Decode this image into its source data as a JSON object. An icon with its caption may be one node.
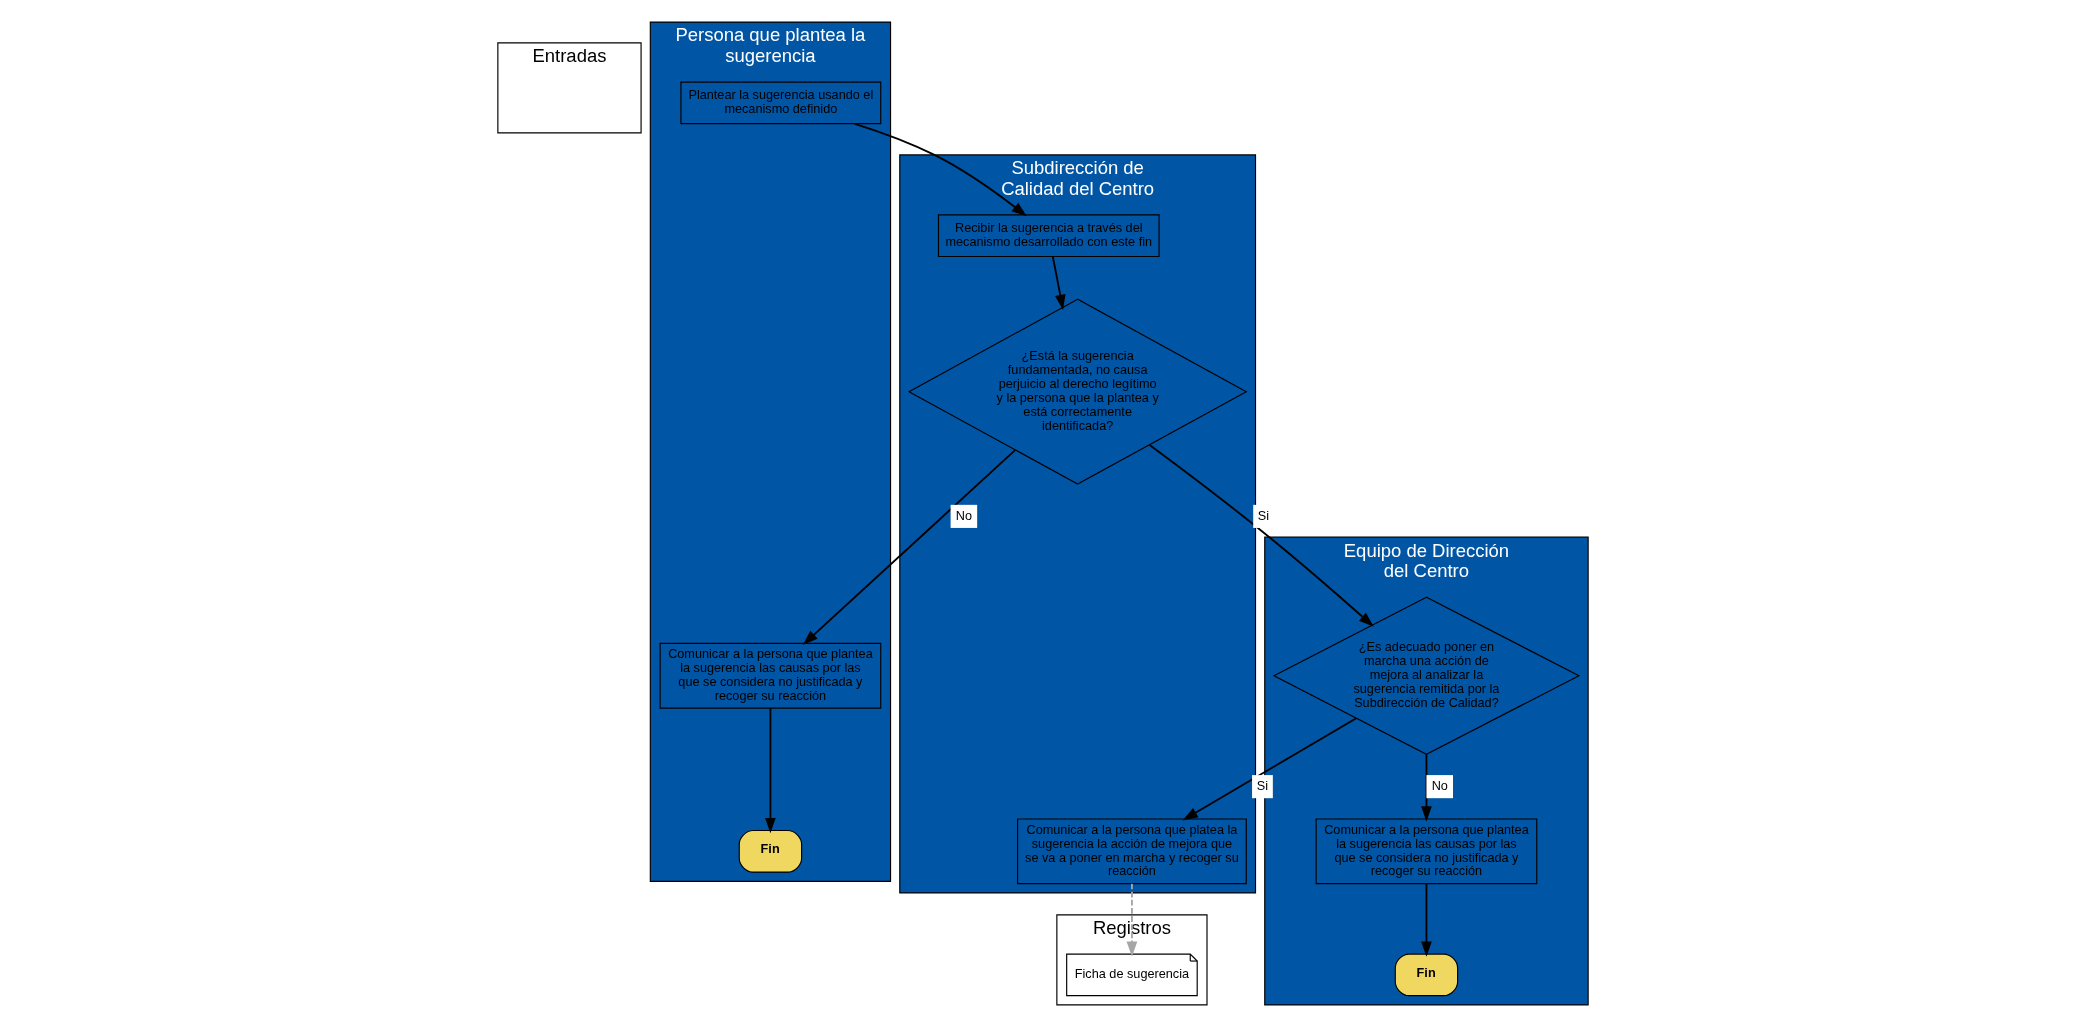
{
  "diagram": {
    "nodes": [
      {
        "text": [
          "Entradas"
        ]
      },
      {
        "text": [
          "Persona que plantea la sugerencia"
        ]
      },
      {
        "text": [
          "Subdirección de Calidad del Centro"
        ]
      },
      {
        "text": [
          "Equipo de Dirección del Centro"
        ]
      },
      {
        "text": [
          "Registros"
        ]
      },
      {
        "text": [
          "Plantear la sugerencia usando el mecanismo definido"
        ],
        "in": 1
      },
      {
        "text": [
          "Fin"
        ],
        "in": 1
      },
      {
        "text": [
          "Comunicar a la persona que plantea la sugerencia las causas por las que se considera no justificada y recoger su reacción"
        ],
        "in": 1
      },
      {
        "text": [
          "Recibir la sugerencia a través del mecanismo desarrollado con este fin"
        ],
        "in": 2
      },
      {
        "text": [
          "¿Está la sugerencia fundamentada, no causa perjuicio al derecho legítimo y la persona que la plantea y está correctamente identificada?"
        ],
        "in": 2
      },
      {
        "text": [
          "Comunicar a la persona que platea la sugerencia la acción de mejora que se va a poner en marcha y recoger su reacción"
        ],
        "in": 2
      },
      {
        "text": [
          "Fin"
        ],
        "in": 3
      },
      {
        "text": [
          "Comunicar a la persona que plantea la sugerencia las causas por las que se considera no justificada y recoger su reacción"
        ],
        "in": 3
      },
      {
        "text": [
          "¿Es adecuado poner en marcha una acción de mejora al analizar la sugerencia remitida por la Subdirección de Calidad?"
        ],
        "in": 3
      },
      {
        "text": [
          "Ficha de sugerencia"
        ],
        "in": 4
      }
    ],
    "edges": [
      {
        "from": 5,
        "to": 8,
        "arrow": "to"
      },
      {
        "from": 8,
        "to": 9,
        "arrow": "to"
      },
      {
        "from": 9,
        "to": 7,
        "arrow": "to",
        "label": "No"
      },
      {
        "from": 7,
        "to": 6,
        "arrow": "to"
      },
      {
        "from": 9,
        "to": 13,
        "arrow": "to",
        "label": "Si"
      },
      {
        "from": 13,
        "to": 12,
        "arrow": "to",
        "label": "No"
      },
      {
        "from": 12,
        "to": 11,
        "arrow": "to"
      },
      {
        "from": 13,
        "to": 10,
        "arrow": "to",
        "label": "Si"
      },
      {
        "from": 10,
        "to": 14,
        "arrow": "to",
        "style": "dashed",
        "color": "#a6a6a6"
      }
    ]
  }
}
